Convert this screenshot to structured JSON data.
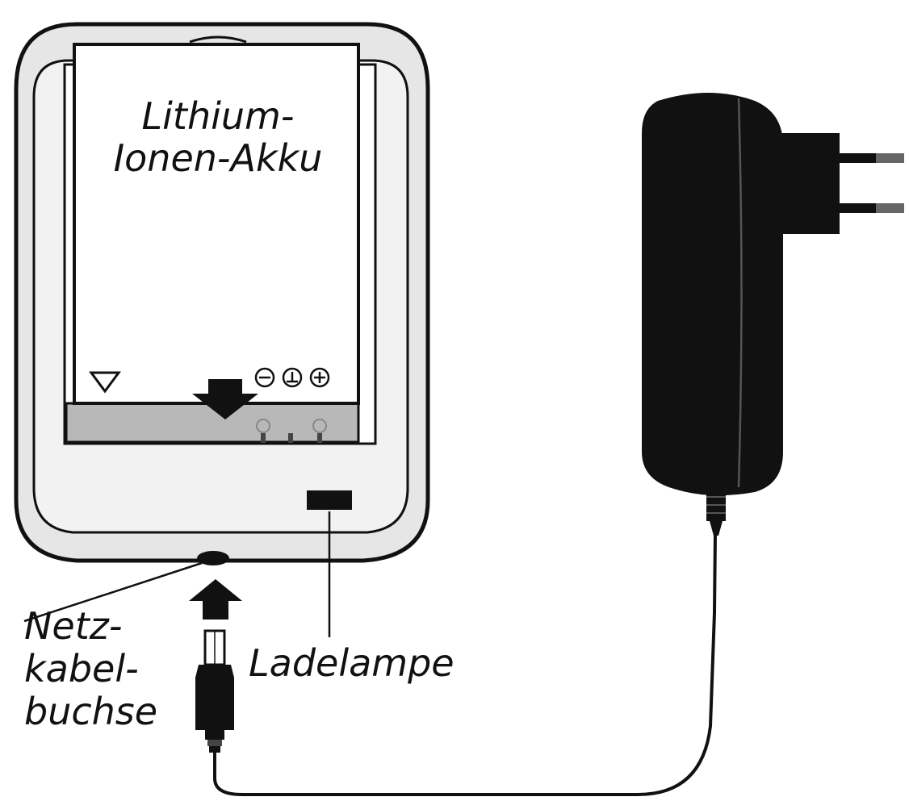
{
  "battery": {
    "label_line1": "Lithium-",
    "label_line2": "Ionen-Akku",
    "terminal_symbols": [
      "⊖",
      "⊥",
      "⊕"
    ]
  },
  "callouts": {
    "netz_line1": "Netz-",
    "netz_line2": "kabel-",
    "netz_line3": "buchse",
    "ladelampe": "Ladelampe"
  }
}
